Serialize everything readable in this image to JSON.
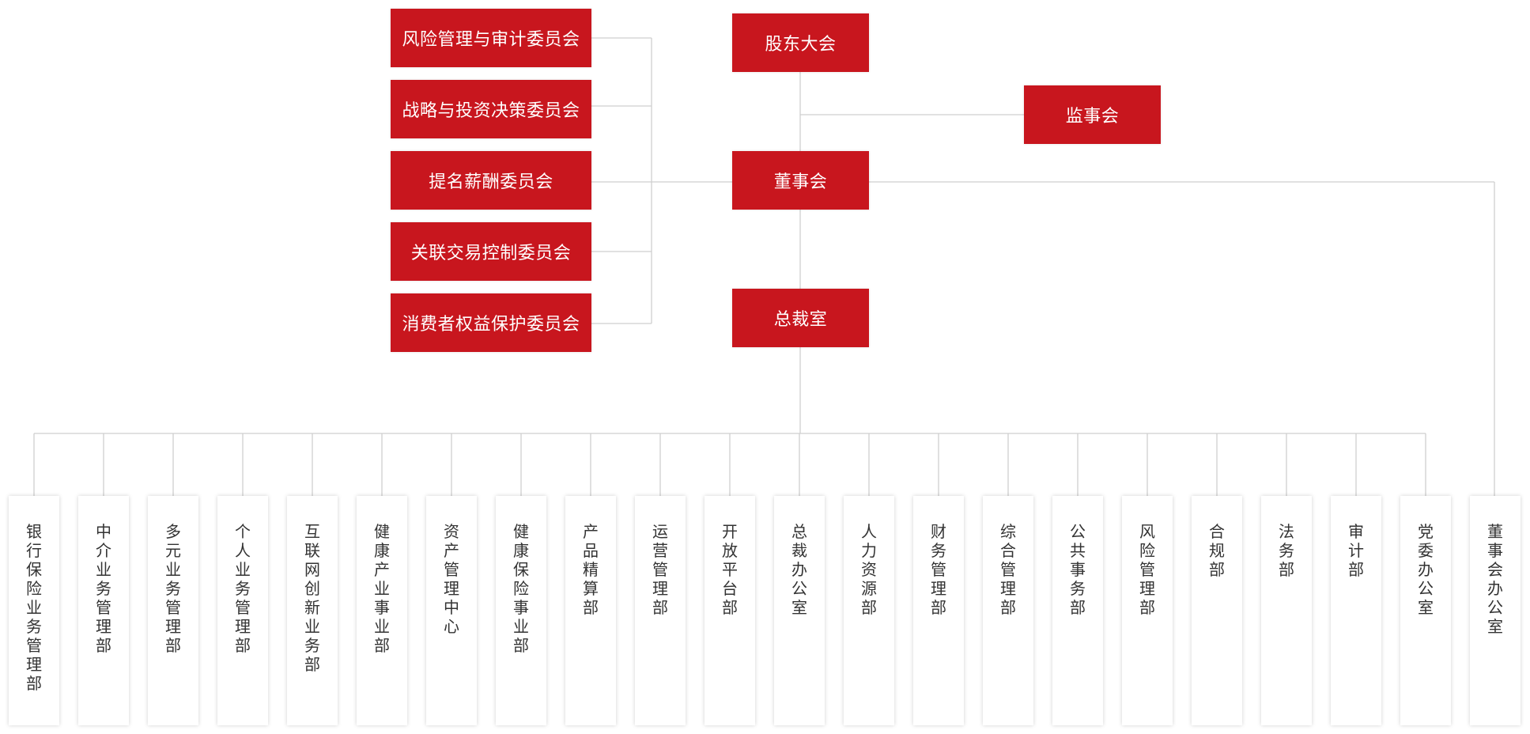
{
  "center": {
    "shareholders": "股东大会",
    "supervisors": "监事会",
    "board": "董事会",
    "president": "总裁室"
  },
  "committees": [
    "风险管理与审计委员会",
    "战略与投资决策委员会",
    "提名薪酬委员会",
    "关联交易控制委员会",
    "消费者权益保护委员会"
  ],
  "departments": [
    "银行保险业务管理部",
    "中介业务管理部",
    "多元业务管理部",
    "个人业务管理部",
    "互联网创新业务部",
    "健康产业事业部",
    "资产管理中心",
    "健康保险事业部",
    "产品精算部",
    "运营管理部",
    "开放平台部",
    "总裁办公室",
    "人力资源部",
    "财务管理部",
    "综合管理部",
    "公共事务部",
    "风险管理部",
    "合规部",
    "法务部",
    "审计部",
    "党委办公室",
    "董事会办公室"
  ],
  "colors": {
    "accent": "#c8161e",
    "line": "#cfcfcf",
    "text": "#333333"
  }
}
